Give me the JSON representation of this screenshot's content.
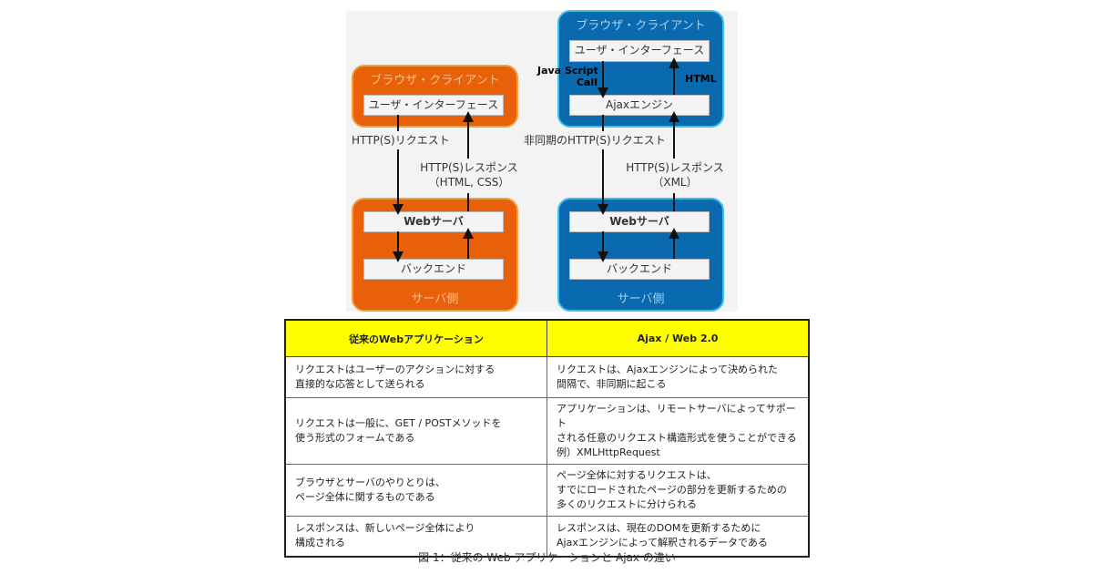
{
  "left_diagram": {
    "client_title": "ブラウザ・クライアント",
    "ui": "ユーザ・インターフェース",
    "request": "HTTP(S)リクエスト",
    "response_line1": "HTTP(S)レスポンス",
    "response_line2": "（HTML, CSS）",
    "web_server": "Webサーバ",
    "backend": "バックエンド",
    "server_title": "サーバ側"
  },
  "right_diagram": {
    "client_title": "ブラウザ・クライアント",
    "ui": "ユーザ・インターフェース",
    "js_call_line1": "Java Script",
    "js_call_line2": "Call",
    "html": "HTML",
    "ajax_engine": "Ajaxエンジン",
    "request": "非同期のHTTP(S)リクエスト",
    "response_line1": "HTTP(S)レスポンス",
    "response_line2": "（XML）",
    "web_server": "Webサーバ",
    "backend": "バックエンド",
    "server_title": "サーバ側"
  },
  "colors": {
    "orange": "#e8600a",
    "blue": "#0a6ab0",
    "header_yellow": "#ffff00"
  },
  "table": {
    "headers": [
      "従来のWebアプリケーション",
      "Ajax / Web 2.0"
    ],
    "rows": [
      [
        [
          "リクエストはユーザーのアクションに対する",
          "直接的な応答として送られる"
        ],
        [
          "リクエストは、Ajaxエンジンによって決められた",
          "間隔で、非同期に起こる"
        ]
      ],
      [
        [
          "リクエストは一般に、GET / POSTメソッドを",
          "使う形式のフォームである"
        ],
        [
          "アプリケーションは、リモートサーバによってサポート",
          "される任意のリクエスト構造形式を使うことができる",
          "例）XMLHttpRequest"
        ]
      ],
      [
        [
          "ブラウザとサーバのやりとりは、",
          "ページ全体に関するものである"
        ],
        [
          "ページ全体に対するリクエストは、",
          "すでにロードされたページの部分を更新するための",
          "多くのリクエストに分けられる"
        ]
      ],
      [
        [
          "レスポンスは、新しいページ全体により",
          "構成される"
        ],
        [
          "レスポンスは、現在のDOMを更新するために",
          "Ajaxエンジンによって解釈されるデータである"
        ]
      ]
    ]
  },
  "caption": "図 1：従来の Web アプリケーションと Ajax の違い"
}
